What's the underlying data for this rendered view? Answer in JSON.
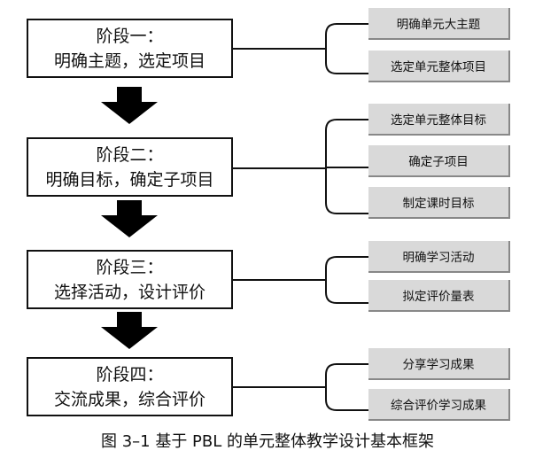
{
  "stages": [
    {
      "title": "阶段一：",
      "subtitle": "明确主题，选定项目",
      "items": [
        "明确单元大主题",
        "选定单元整体项目"
      ]
    },
    {
      "title": "阶段二：",
      "subtitle": "明确目标，确定子项目",
      "items": [
        "选定单元整体目标",
        "确定子项目",
        "制定课时目标"
      ]
    },
    {
      "title": "阶段三：",
      "subtitle": "选择活动，设计评价",
      "items": [
        "明确学习活动",
        "拟定评价量表"
      ]
    },
    {
      "title": "阶段四：",
      "subtitle": "交流成果，综合评价",
      "items": [
        "分享学习成果",
        "综合评价学习成果"
      ]
    }
  ],
  "caption": "图 3–1 基于 PBL 的单元整体教学设计基本框架"
}
